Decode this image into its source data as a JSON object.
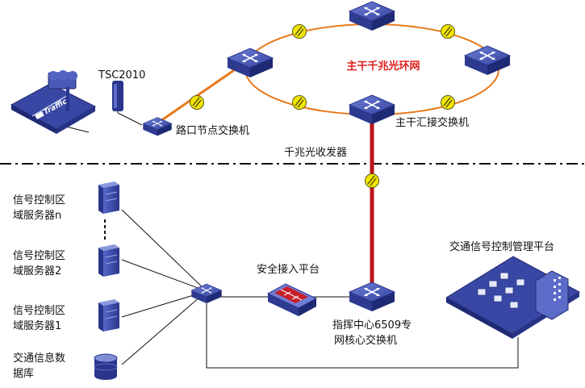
{
  "labels": {
    "tsc": "TSC2010",
    "traffic_sign": "Traffic",
    "intersection_switch": "路口节点交换机",
    "ring_title": "主干千兆光环网",
    "backbone_switch": "主干汇接交换机",
    "transceiver": "千兆光收发器",
    "server_n": [
      "信号控制区",
      "域服务器n"
    ],
    "server_2": [
      "信号控制区",
      "域服务器2"
    ],
    "server_1": [
      "信号控制区",
      "域服务器1"
    ],
    "database": [
      "交通信息数",
      "据库"
    ],
    "secure_access": "安全接入平台",
    "core_switch": [
      "指挥中心6509专",
      "网核心交换机"
    ],
    "mgmt_platform": "交通信号控制管理平台"
  },
  "colors": {
    "ring": "#e8791a",
    "fiber_link": "#b81418",
    "device_blue": "#3a4aa8",
    "device_light": "#8290d8",
    "transceiver_yellow": "#f2e600",
    "ring_title": "#e0201e"
  },
  "icons": [
    "switch-icon",
    "server-icon",
    "database-icon",
    "firewall-icon",
    "transceiver-icon",
    "traffic-controller-icon",
    "platform-icon"
  ]
}
